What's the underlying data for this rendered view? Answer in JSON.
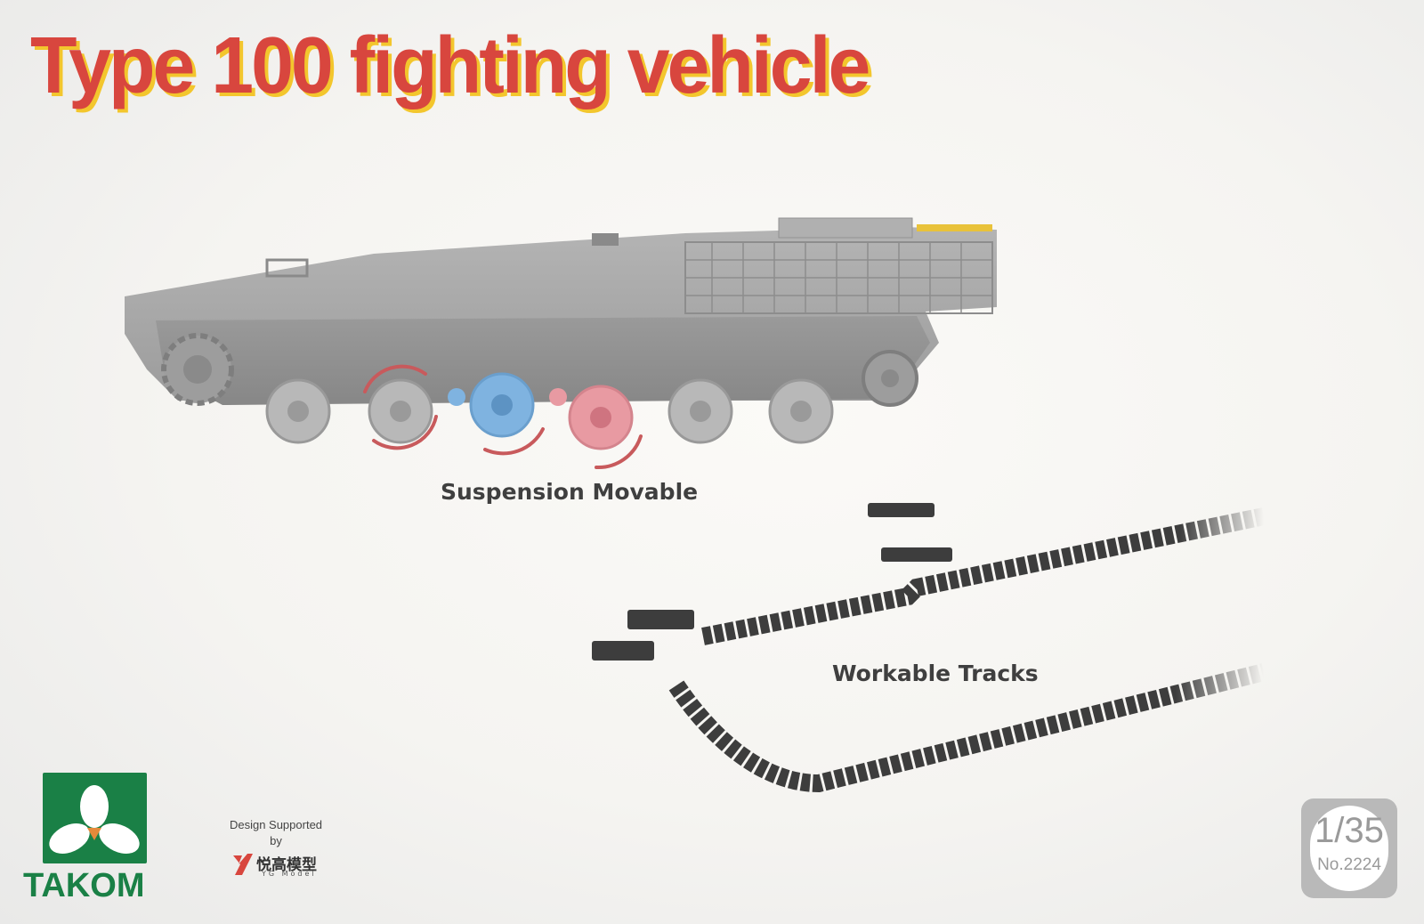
{
  "title": "Type 100 fighting vehicle",
  "labels": {
    "suspension": "Suspension Movable",
    "tracks": "Workable Tracks"
  },
  "brand": {
    "name": "TAKOM",
    "color": "#1a8046"
  },
  "design_support": {
    "line1": "Design Supported",
    "line2": "by",
    "partner_name": "悦高模型",
    "partner_sub": "YG Model"
  },
  "scale": {
    "ratio": "1/35",
    "number": "No.2224"
  },
  "colors": {
    "title": "#d8463e",
    "title_shadow": "#f3c62d",
    "hull": "#a3a3a3",
    "wheel_blue": "#7fb3e0",
    "wheel_pink": "#e89aa2",
    "arrow": "#c85a5c",
    "track": "#3d3d3d"
  }
}
